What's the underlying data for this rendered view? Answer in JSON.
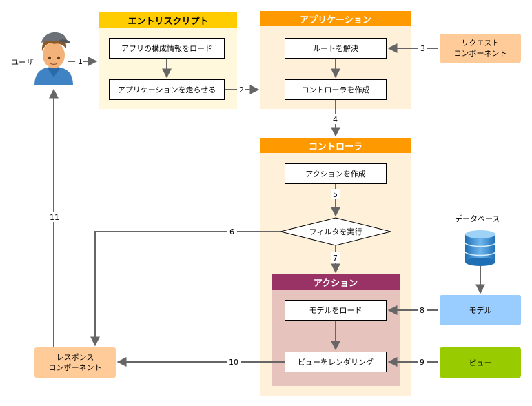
{
  "user": {
    "label": "ユーザ"
  },
  "entry_script": {
    "title": "エントリスクリプト",
    "steps": [
      "アプリの構成情報をロード",
      "アプリケーションを走らせる"
    ]
  },
  "application": {
    "title": "アプリケーション",
    "steps": [
      "ルートを解決",
      "コントローラを作成"
    ]
  },
  "controller": {
    "title": "コントローラ",
    "steps": [
      "アクションを作成"
    ],
    "decision": "フィルタを実行"
  },
  "action": {
    "title": "アクション",
    "steps": [
      "モデルをロード",
      "ビューをレンダリング"
    ]
  },
  "request_component": {
    "line1": "リクエスト",
    "line2": "コンポーネント"
  },
  "response_component": {
    "line1": "レスポンス",
    "line2": "コンポーネント"
  },
  "database": {
    "label": "データベース"
  },
  "model": {
    "label": "モデル"
  },
  "view": {
    "label": "ビュー"
  },
  "step_numbers": [
    "1",
    "2",
    "3",
    "4",
    "5",
    "6",
    "7",
    "8",
    "9",
    "10",
    "11"
  ],
  "colors": {
    "entry_header": "#ffcc00",
    "entry_panel": "#fff8dc",
    "app_header": "#ff9900",
    "app_panel": "#fff0d9",
    "action_header": "#993366",
    "action_panel": "#e6c3bd",
    "component": "#ffcc99",
    "model": "#99ccff",
    "view": "#99cc00",
    "arrow": "#666666"
  }
}
